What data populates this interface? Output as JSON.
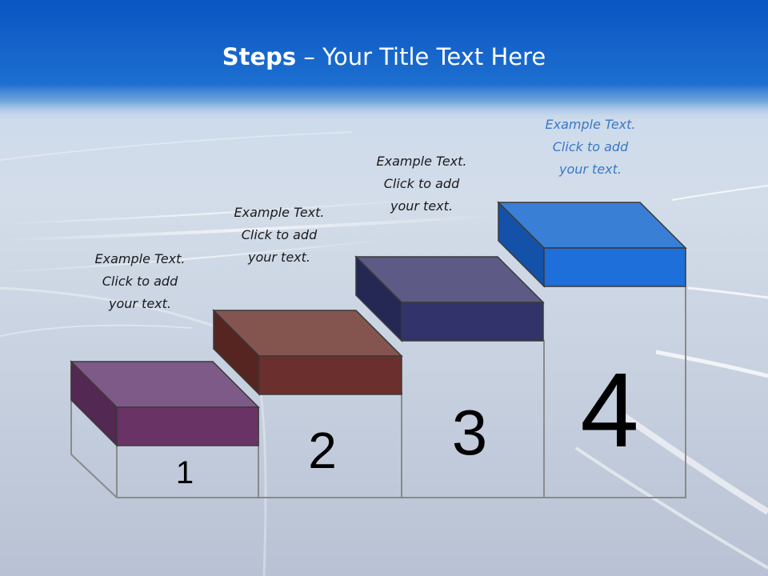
{
  "title": {
    "bold": "Steps",
    "rest": " – Your Title Text Here"
  },
  "steps": [
    {
      "number": "1",
      "text": [
        "Example Text.",
        "Click  to add",
        "your text."
      ],
      "top": "#7d5a87",
      "front": "#6a3366",
      "side": "#532852"
    },
    {
      "number": "2",
      "text": [
        "Example Text.",
        "Click  to add",
        "your text."
      ],
      "top": "#84544f",
      "front": "#6b302d",
      "side": "#562522"
    },
    {
      "number": "3",
      "text": [
        "Example Text.",
        "Click  to add",
        "your text."
      ],
      "top": "#5d5a85",
      "front": "#33336b",
      "side": "#252754"
    },
    {
      "number": "4",
      "text": [
        "Example Text.",
        "Click  to add",
        "your text."
      ],
      "top": "#3a7fd6",
      "front": "#1e6fd9",
      "side": "#1452aa"
    }
  ]
}
